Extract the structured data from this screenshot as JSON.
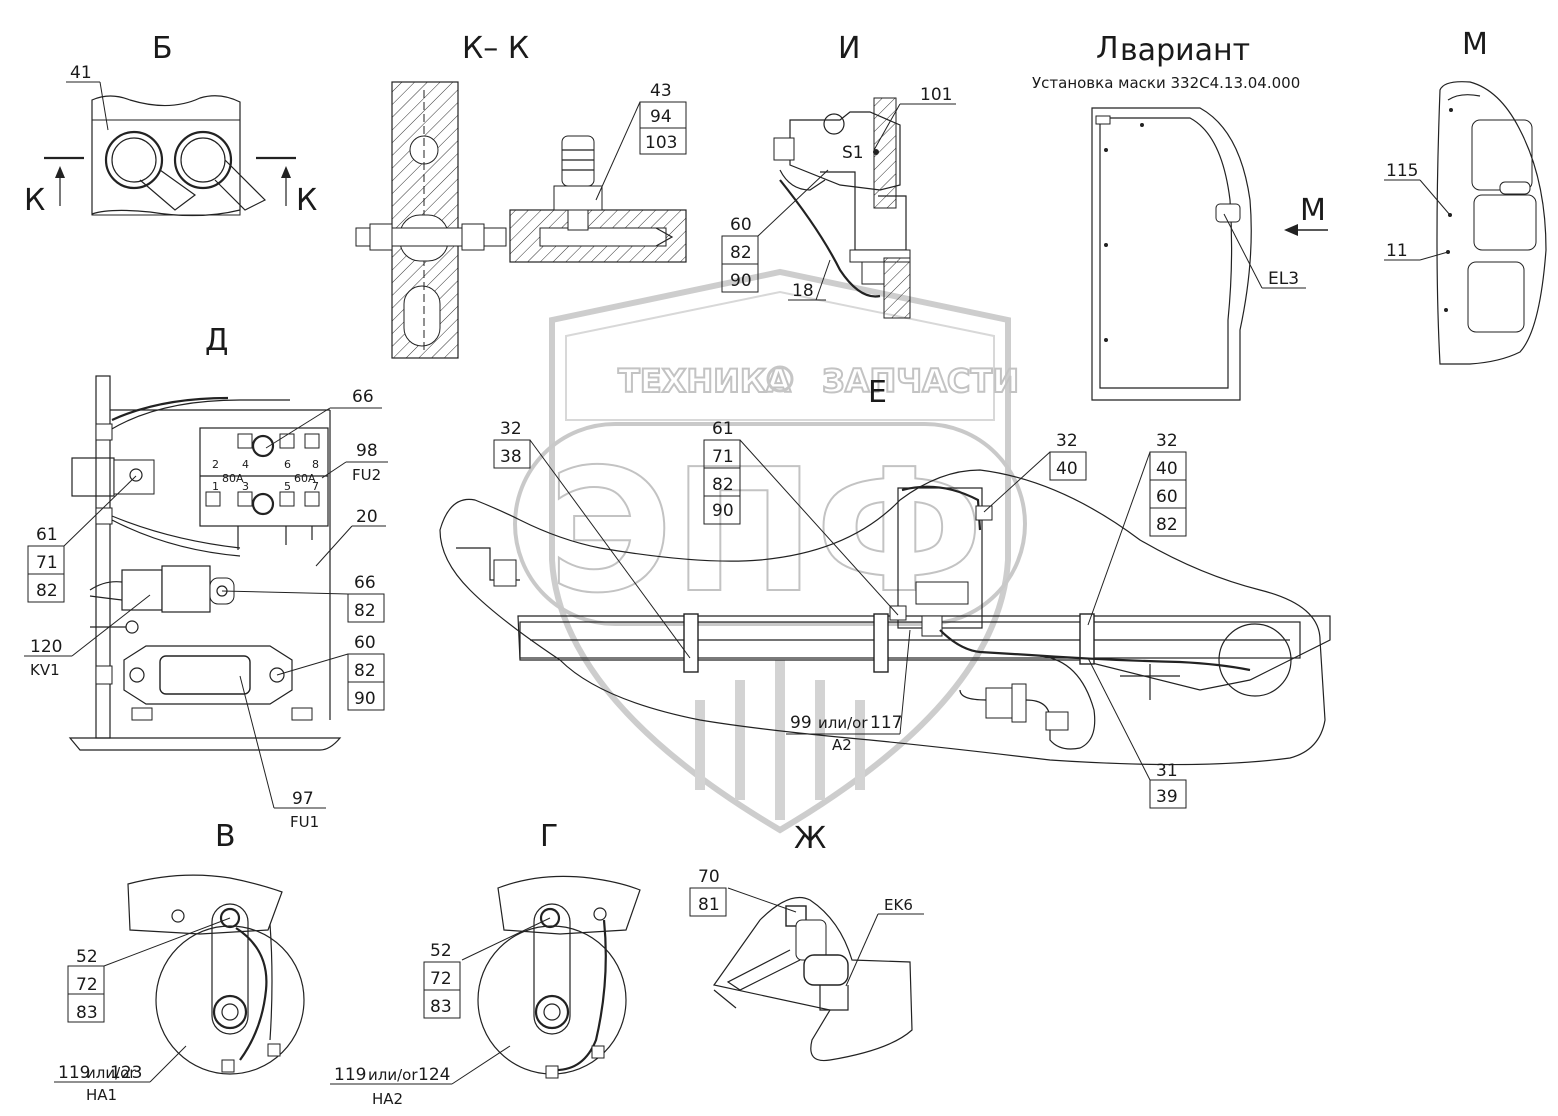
{
  "views": {
    "b": "Б",
    "kk": "К– К",
    "i": "И",
    "l": "Л",
    "l_variant": "вариант",
    "l_note": "Установка маски 332С4.13.04.000",
    "m": "М",
    "d": "Д",
    "e": "Е",
    "v": "В",
    "g": "Г",
    "zh": "Ж"
  },
  "section_marks": {
    "k_left": "К",
    "k_right": "К",
    "m_arrow": "М"
  },
  "watermark": {
    "top_text_left": "ТЕХНИКА",
    "top_text_right": "ЗАПЧАСТИ",
    "big_text": "ЭПФ"
  },
  "labels": {
    "b_41": "41",
    "kk_43": "43",
    "kk_94": "94",
    "kk_103": "103",
    "i_101": "101",
    "i_S1": "S1",
    "i_60": "60",
    "i_82": "82",
    "i_90": "90",
    "i_18": "18",
    "l_EL3": "EL3",
    "m_115": "115",
    "m_11": "11",
    "d_66a": "66",
    "d_98": "98",
    "d_FU2": "FU2",
    "d_20": "20",
    "d_61": "61",
    "d_71": "71",
    "d_82a": "82",
    "d_66b": "66",
    "d_82b": "82",
    "d_120": "120",
    "d_KV1": "KV1",
    "d_60": "60",
    "d_82c": "82",
    "d_90": "90",
    "d_97": "97",
    "d_FU1": "FU1",
    "fuse_80A": "80А",
    "fuse_60A": "60А",
    "fuse_n2": "2",
    "fuse_n4": "4",
    "fuse_n6": "6",
    "fuse_n8": "8",
    "fuse_n1": "1",
    "fuse_n3": "3",
    "fuse_n5": "5",
    "fuse_n7": "7",
    "e_32a": "32",
    "e_38": "38",
    "e_61": "61",
    "e_71": "71",
    "e_82a": "82",
    "e_90": "90",
    "e_32b": "32",
    "e_40a": "40",
    "e_32c": "32",
    "e_40b": "40",
    "e_60": "60",
    "e_82b": "82",
    "e_99": "99",
    "e_or1": "или/or",
    "e_117": "117",
    "e_A2": "A2",
    "e_31": "31",
    "e_39": "39",
    "v_52": "52",
    "v_72": "72",
    "v_83": "83",
    "v_119": "119",
    "v_or": "или/or",
    "v_123": "123",
    "v_HA1": "HA1",
    "g_52": "52",
    "g_72": "72",
    "g_83": "83",
    "g_119": "119",
    "g_or": "или/or",
    "g_124": "124",
    "g_HA2": "HA2",
    "zh_70": "70",
    "zh_81": "81",
    "zh_EK6": "EK6"
  }
}
